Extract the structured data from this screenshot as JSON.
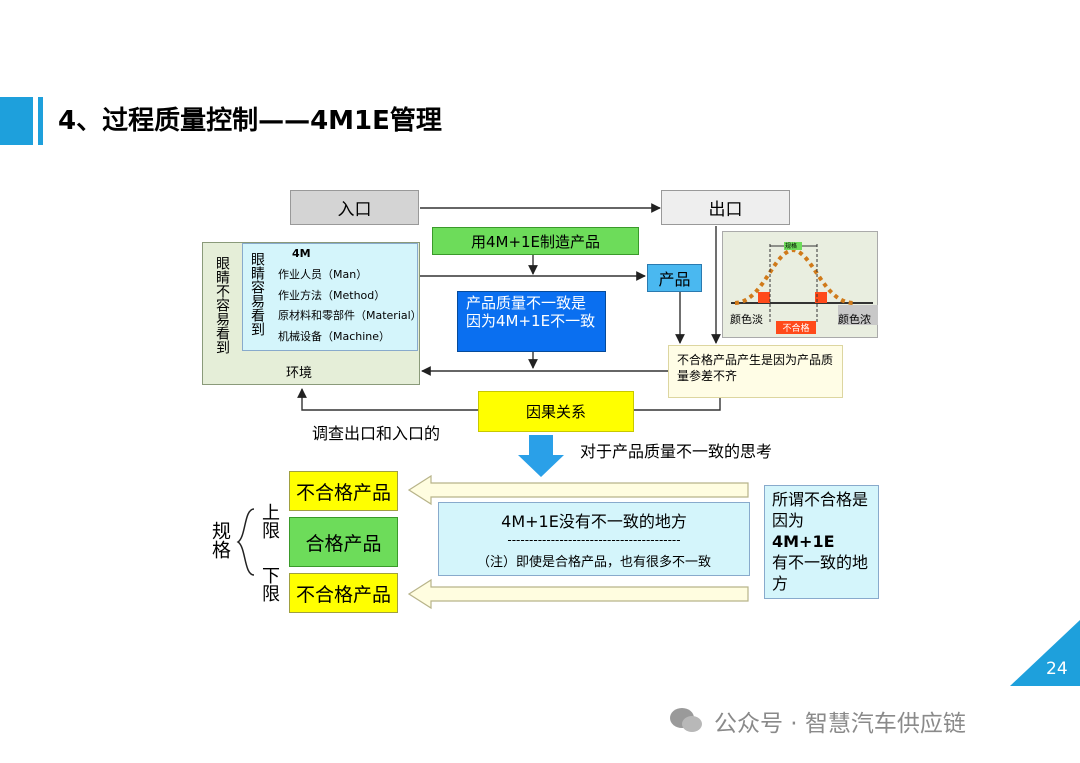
{
  "slide": {
    "title": "4、过程质量控制——4M1E管理",
    "page_number": "24",
    "watermark": "公众号 · 智慧汽车供应链"
  },
  "colors": {
    "accent_blue": "#1ea0dc",
    "gray_box": "#d4d4d4",
    "green_box": "#6ddc5a",
    "cyan_box": "#d4f5fb",
    "blue_box": "#0a6ff0",
    "yellow_box": "#ffff00",
    "light_yellow": "#fffde6",
    "frame_bg": "#e5eed8"
  },
  "diagram": {
    "entry": "入口",
    "exit": "出口",
    "make_product": "用4M+1E制造产品",
    "product": "产品",
    "hard_to_see": "眼睛不容易看到",
    "easy_to_see": "眼睛容易看到",
    "four_m": {
      "heading": "4M",
      "items": [
        "作业人员（Man）",
        "作业方法（Method）",
        "原材料和零部件（Material）",
        "机械设备（Machine）"
      ]
    },
    "environment": "环境",
    "inconsistency": "产品质量不一致是因为4M+1E不一致",
    "nonconforming_cause": "不合格产品产生是因为产品质量参差不齐",
    "cause_effect": "因果关系",
    "investigate": "调查出口和入口的",
    "thinking": "对于产品质量不一致的思考",
    "curve": {
      "pass_band": "规格",
      "light": "颜色淡",
      "dark": "颜色浓",
      "nonconforming": "不合格"
    }
  },
  "spec": {
    "label": "规格",
    "upper": "上限",
    "lower": "下限",
    "top_box": "不合格产品",
    "middle_box": "合格产品",
    "bottom_box": "不合格产品",
    "center_main": "4M+1E没有不一致的地方",
    "center_dashes": "----------------------------------------",
    "center_note": "（注）即使是合格产品，也有很多不一致",
    "right_note_1": "所谓不合格是因为",
    "right_note_2": "4M+1E",
    "right_note_3": "有不一致的地方"
  }
}
